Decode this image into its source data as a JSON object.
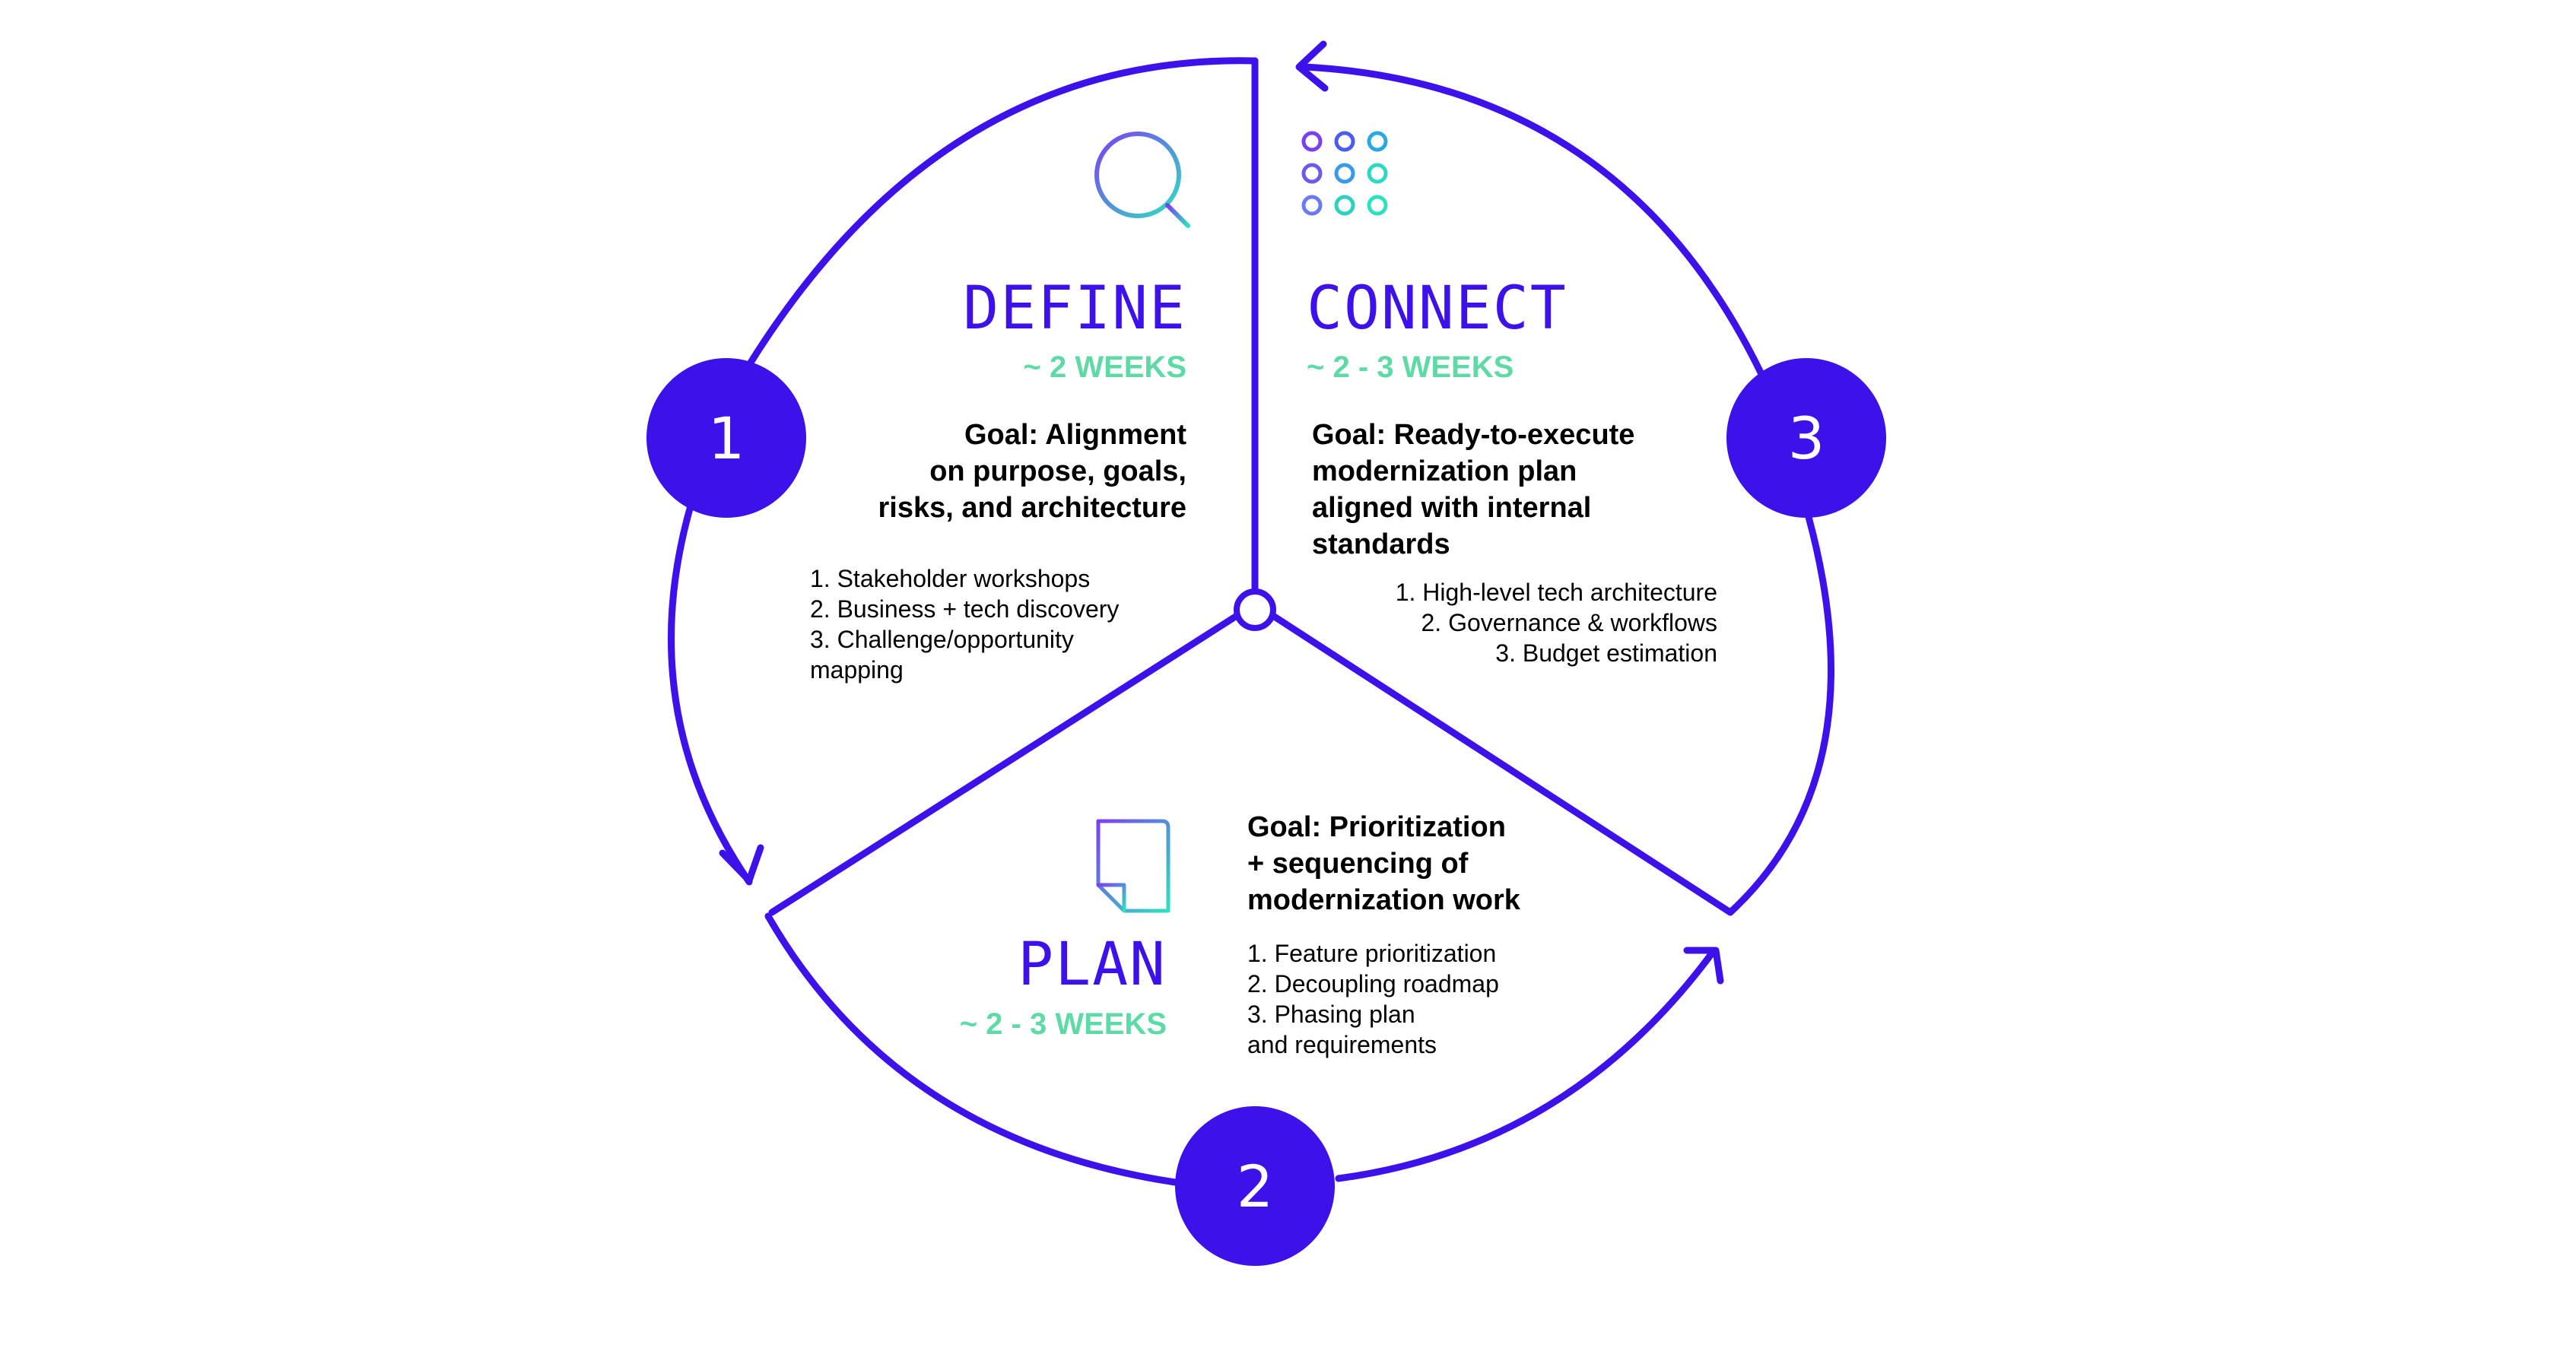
{
  "colors": {
    "primary": "#3d12ea",
    "accent": "#5fd9a6",
    "text": "#000000",
    "background": "#ffffff"
  },
  "phases": [
    {
      "number": "1",
      "title": "DEFINE",
      "duration": "~ 2 WEEKS",
      "icon": "magnifier-icon",
      "goal": [
        "Goal: Alignment",
        "on purpose, goals,",
        "risks, and architecture"
      ],
      "items": [
        "1. Stakeholder workshops",
        "2. Business + tech discovery",
        "3. Challenge/opportunity",
        "mapping"
      ]
    },
    {
      "number": "2",
      "title": "PLAN",
      "duration": "~ 2 - 3 WEEKS",
      "icon": "document-icon",
      "goal": [
        "Goal: Prioritization",
        "+ sequencing of",
        "modernization work"
      ],
      "items": [
        "1. Feature prioritization",
        "2. Decoupling roadmap",
        "3. Phasing plan",
        "and requirements"
      ]
    },
    {
      "number": "3",
      "title": "CONNECT",
      "duration": "~ 2 - 3 WEEKS",
      "icon": "dot-grid-icon",
      "goal": [
        "Goal: Ready-to-execute",
        "modernization plan",
        "aligned with internal",
        "standards"
      ],
      "items": [
        "1. High-level tech architecture",
        "2. Governance & workflows",
        "3. Budget estimation"
      ]
    }
  ]
}
